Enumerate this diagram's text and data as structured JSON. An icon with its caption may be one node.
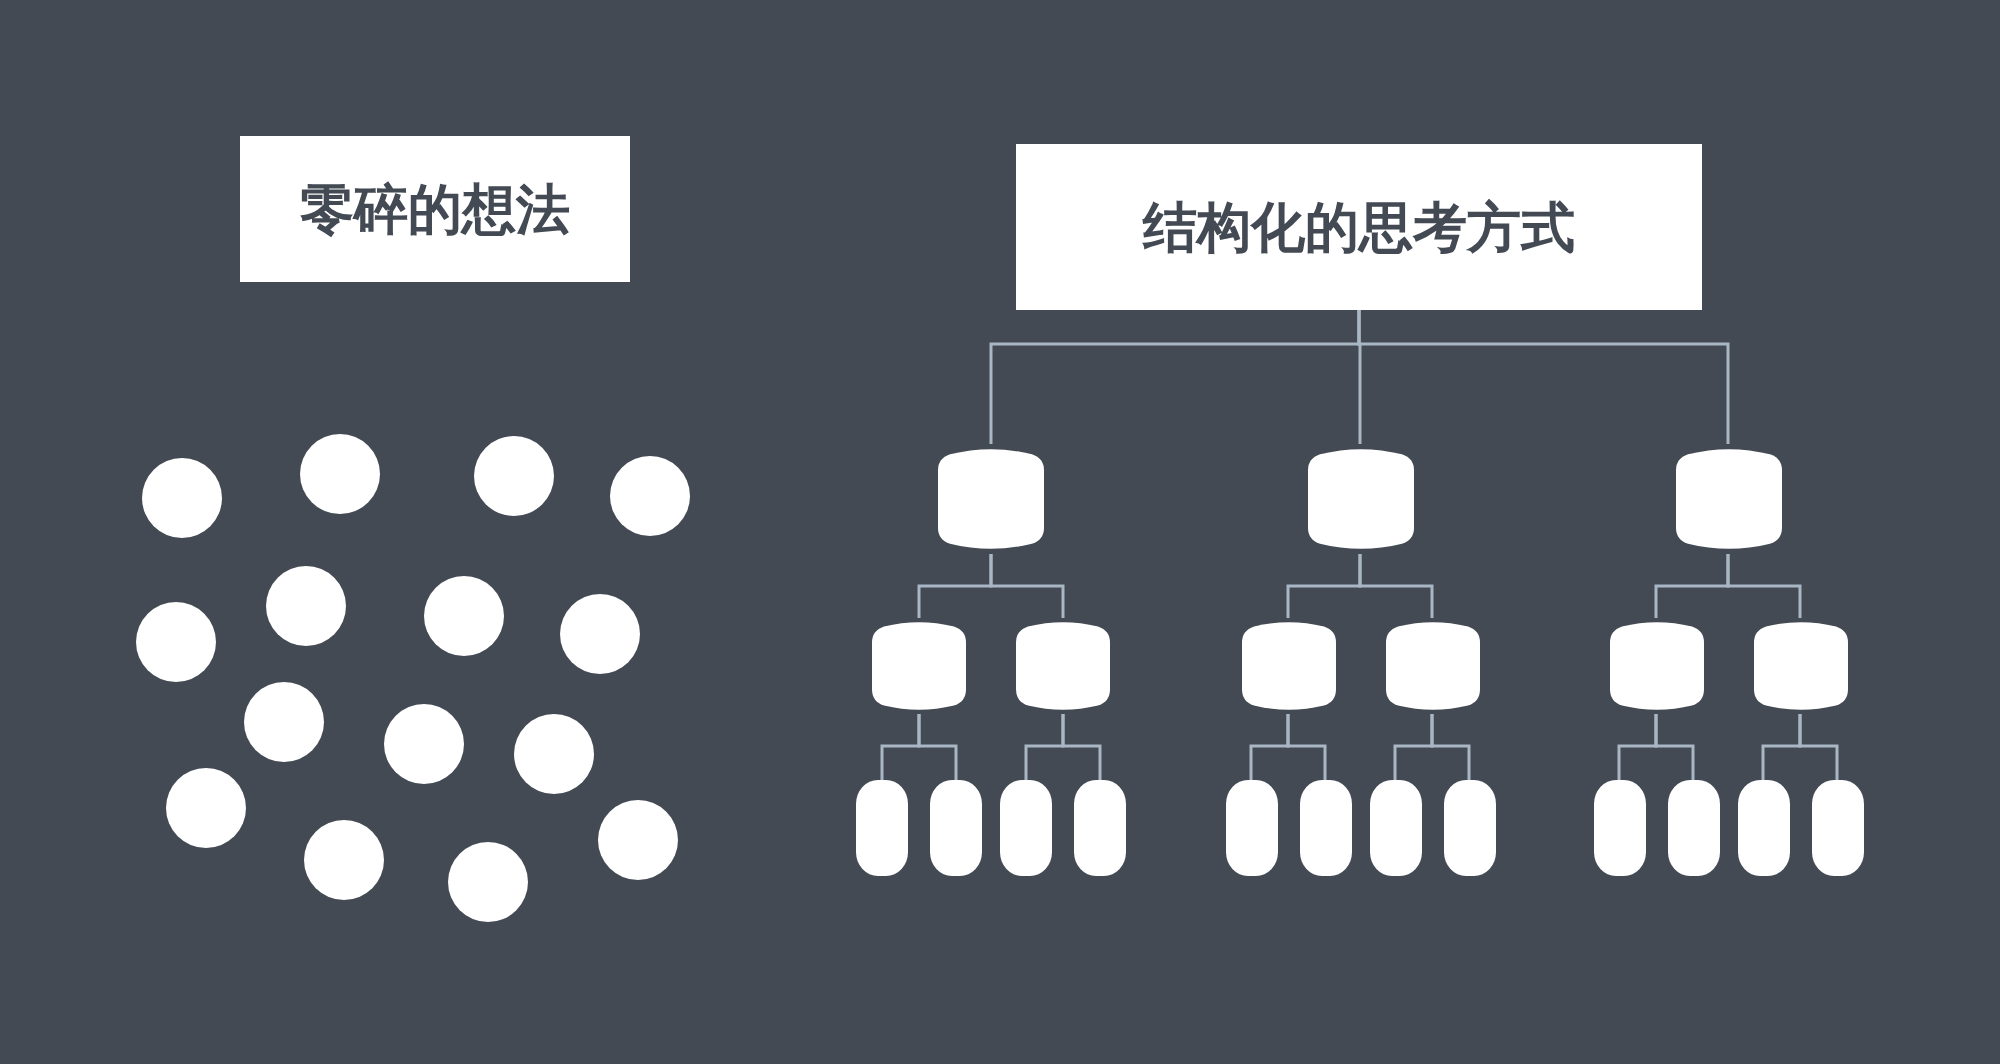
{
  "diagram": {
    "nodes": [
      {
        "text": [
          "零碎的想法"
        ]
      },
      {
        "text": [],
        "shape": "circle"
      },
      {
        "text": [],
        "shape": "circle"
      },
      {
        "text": [],
        "shape": "circle"
      },
      {
        "text": [],
        "shape": "circle"
      },
      {
        "text": [],
        "shape": "circle"
      },
      {
        "text": [],
        "shape": "circle"
      },
      {
        "text": [],
        "shape": "circle"
      },
      {
        "text": [],
        "shape": "circle"
      },
      {
        "text": [],
        "shape": "circle"
      },
      {
        "text": [],
        "shape": "circle"
      },
      {
        "text": [],
        "shape": "circle"
      },
      {
        "text": [],
        "shape": "circle"
      },
      {
        "text": [],
        "shape": "circle"
      },
      {
        "text": [],
        "shape": "circle"
      },
      {
        "text": [],
        "shape": "circle"
      },
      {
        "text": [
          "结构化的思考方式"
        ]
      },
      {
        "text": [],
        "shape": "box"
      },
      {
        "text": [],
        "shape": "box"
      },
      {
        "text": [],
        "shape": "box"
      },
      {
        "text": [],
        "shape": "box"
      },
      {
        "text": [],
        "shape": "box"
      },
      {
        "text": [],
        "shape": "box"
      },
      {
        "text": [],
        "shape": "box"
      },
      {
        "text": [],
        "shape": "box"
      },
      {
        "text": [],
        "shape": "box"
      },
      {
        "text": [],
        "shape": "box"
      },
      {
        "text": [],
        "shape": "box"
      },
      {
        "text": [],
        "shape": "box"
      },
      {
        "text": [],
        "shape": "box"
      },
      {
        "text": [],
        "shape": "box"
      },
      {
        "text": [],
        "shape": "box"
      },
      {
        "text": [],
        "shape": "box"
      },
      {
        "text": [],
        "shape": "box"
      },
      {
        "text": [],
        "shape": "box"
      },
      {
        "text": [],
        "shape": "box"
      },
      {
        "text": [],
        "shape": "box"
      },
      {
        "text": [],
        "shape": "box"
      }
    ],
    "edges": [
      {
        "from": 16,
        "to": 17,
        "arrow": "none"
      },
      {
        "from": 16,
        "to": 18,
        "arrow": "none"
      },
      {
        "from": 16,
        "to": 19,
        "arrow": "none"
      },
      {
        "from": 17,
        "to": 20,
        "arrow": "none"
      },
      {
        "from": 17,
        "to": 21,
        "arrow": "none"
      },
      {
        "from": 18,
        "to": 22,
        "arrow": "none"
      },
      {
        "from": 18,
        "to": 23,
        "arrow": "none"
      },
      {
        "from": 19,
        "to": 24,
        "arrow": "none"
      },
      {
        "from": 19,
        "to": 25,
        "arrow": "none"
      },
      {
        "from": 20,
        "to": 26,
        "arrow": "none"
      },
      {
        "from": 20,
        "to": 27,
        "arrow": "none"
      },
      {
        "from": 21,
        "to": 28,
        "arrow": "none"
      },
      {
        "from": 21,
        "to": 29,
        "arrow": "none"
      },
      {
        "from": 22,
        "to": 30,
        "arrow": "none"
      },
      {
        "from": 22,
        "to": 31,
        "arrow": "none"
      },
      {
        "from": 23,
        "to": 32,
        "arrow": "none"
      },
      {
        "from": 23,
        "to": 33,
        "arrow": "none"
      },
      {
        "from": 24,
        "to": 34,
        "arrow": "none"
      },
      {
        "from": 24,
        "to": 35,
        "arrow": "none"
      },
      {
        "from": 25,
        "to": 36,
        "arrow": "none"
      },
      {
        "from": 25,
        "to": 37,
        "arrow": "none"
      }
    ]
  }
}
